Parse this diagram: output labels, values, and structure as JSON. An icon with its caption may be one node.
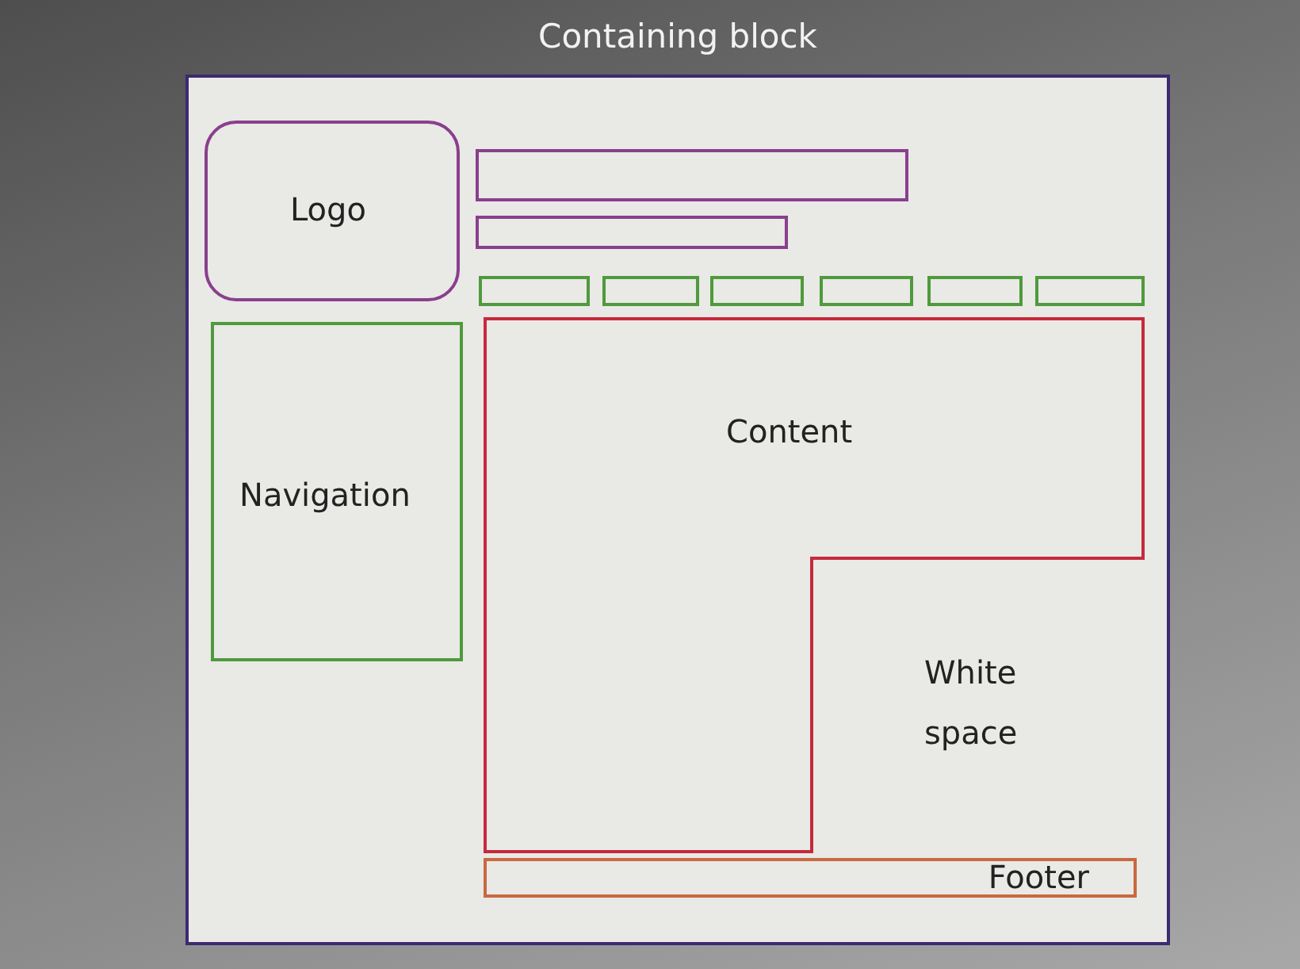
{
  "diagram": {
    "nodes": [
      {
        "text": [
          "Containing block"
        ]
      },
      {
        "text": [
          "Logo"
        ],
        "in": 0
      },
      {
        "text": [],
        "shape": "box",
        "in": 0
      },
      {
        "text": [],
        "shape": "box",
        "in": 0
      },
      {
        "text": [],
        "shape": "box",
        "in": 0
      },
      {
        "text": [],
        "shape": "box",
        "in": 0
      },
      {
        "text": [],
        "shape": "box",
        "in": 0
      },
      {
        "text": [],
        "shape": "box",
        "in": 0
      },
      {
        "text": [],
        "shape": "box",
        "in": 0
      },
      {
        "text": [],
        "shape": "box",
        "in": 0
      },
      {
        "text": [
          "Navigation"
        ],
        "in": 0
      },
      {
        "text": [
          "Content"
        ],
        "in": 0
      },
      {
        "text": [
          "Footer"
        ],
        "in": 0
      }
    ],
    "labels": [
      "White space"
    ]
  }
}
